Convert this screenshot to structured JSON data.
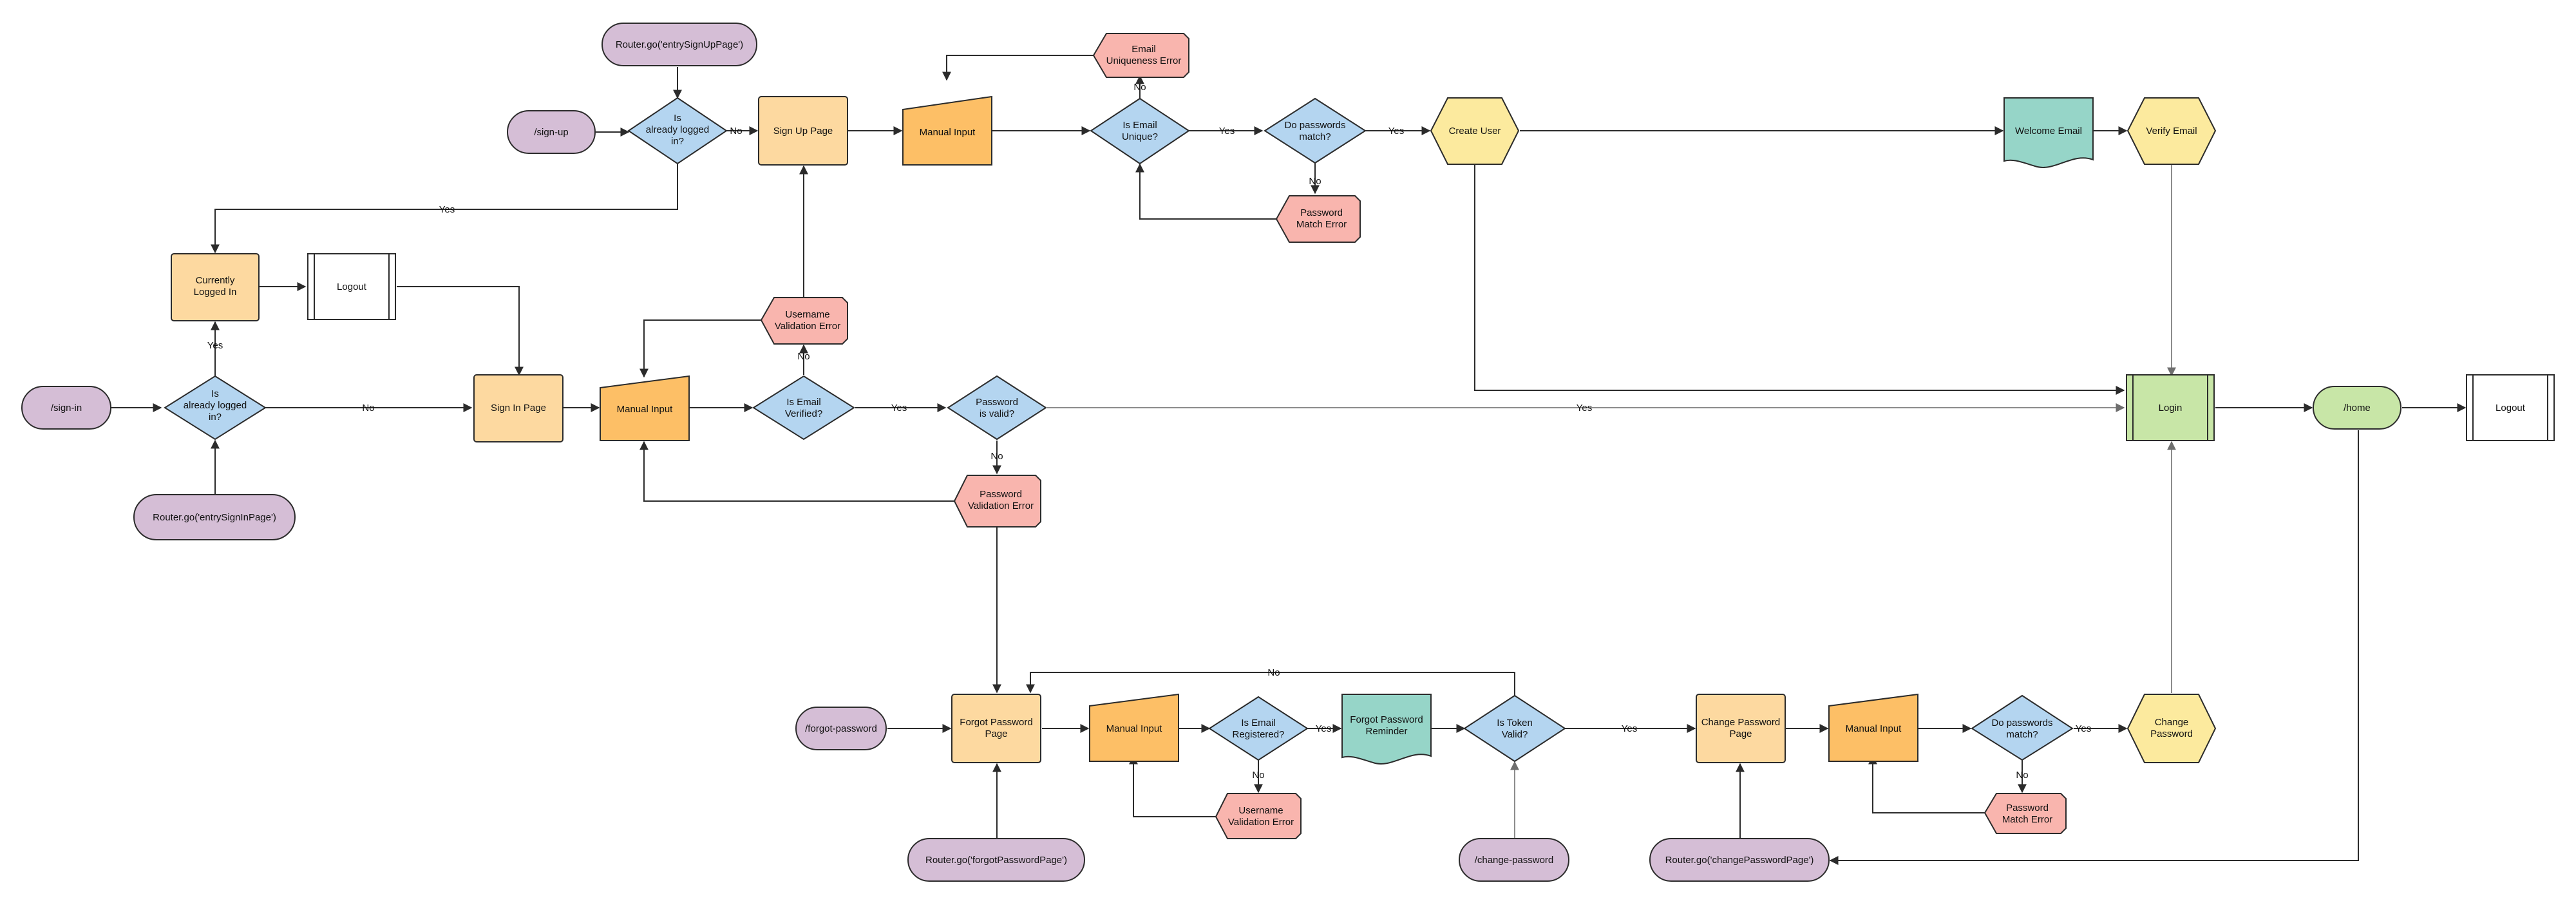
{
  "colors": {
    "terminal": "#d5bed6",
    "decision": "#b4d5f0",
    "process": "#fdd9a0",
    "manual_input": "#fdbf66",
    "error": "#f9b5ae",
    "hexagon": "#fcea9e",
    "document": "#96d5c8",
    "login": "#c8e6a7",
    "home": "#c8e6a7",
    "logout": "#ffffff"
  },
  "nodes": {
    "router_signup": "Router.go('entrySignUpPage')",
    "signup_route": "/sign-up",
    "is_logged_in_top": [
      "Is",
      "already logged",
      "in?"
    ],
    "signup_page": "Sign Up Page",
    "manual_input_signup": "Manual Input",
    "email_unique_error": [
      "Email",
      "Uniqueness  Error"
    ],
    "is_email_unique": [
      "Is Email",
      "Unique?"
    ],
    "do_passwords_match_top": [
      "Do passwords",
      "match?"
    ],
    "password_match_error_top": [
      "Password",
      "Match Error"
    ],
    "create_user": "Create User",
    "welcome_email": "Welcome Email",
    "verify_email": "Verify Email",
    "currently_logged_in": [
      "Currently",
      "Logged In"
    ],
    "logout_left": "Logout",
    "username_validation_error_top": [
      "Username",
      "Validation Error"
    ],
    "signin_route": "/sign-in",
    "is_logged_in_left": [
      "Is",
      "already logged",
      "in?"
    ],
    "signin_page": "Sign In Page",
    "manual_input_signin": "Manual Input",
    "is_email_verified": [
      "Is Email",
      "Verified?"
    ],
    "password_is_valid": [
      "Password",
      "is valid?"
    ],
    "login": "Login",
    "home_route": "/home",
    "logout_right": "Logout",
    "password_validation_error": [
      "Password",
      "Validation Error"
    ],
    "router_signin": "Router.go('entrySignInPage')",
    "forgot_password_route": "/forgot-password",
    "forgot_password_page": [
      "Forgot Password",
      "Page"
    ],
    "manual_input_forgot": "Manual Input",
    "is_email_registered": [
      "Is Email",
      "Registered?"
    ],
    "forgot_password_reminder": [
      "Forgot Password",
      "Reminder"
    ],
    "is_token_valid": [
      "Is Token",
      "Valid?"
    ],
    "change_password_page": [
      "Change Password",
      "Page"
    ],
    "manual_input_change": "Manual Input",
    "do_passwords_match_bottom": [
      "Do passwords",
      "match?"
    ],
    "change_password": [
      "Change",
      "Password"
    ],
    "username_validation_error_bottom": [
      "Username",
      "Validation Error"
    ],
    "password_match_error_bottom": [
      "Password",
      "Match Error"
    ],
    "router_forgot": "Router.go('forgotPasswordPage')",
    "change_password_route": "/change-password",
    "router_change": "Router.go('changePasswordPage')"
  },
  "edge_labels": {
    "top_no": "No",
    "top_yes": "Yes",
    "unique_no": "No",
    "unique_yes": "Yes",
    "match_top_no": "No",
    "match_top_yes": "Yes",
    "left_yes": "Yes",
    "left_no": "No",
    "verified_no": "No",
    "verified_yes": "Yes",
    "valid_no": "No",
    "valid_yes": "Yes",
    "token_no": "No",
    "registered_yes": "Yes",
    "registered_no": "No",
    "token_yes": "Yes",
    "match_bottom_yes": "Yes",
    "match_bottom_no": "No"
  }
}
